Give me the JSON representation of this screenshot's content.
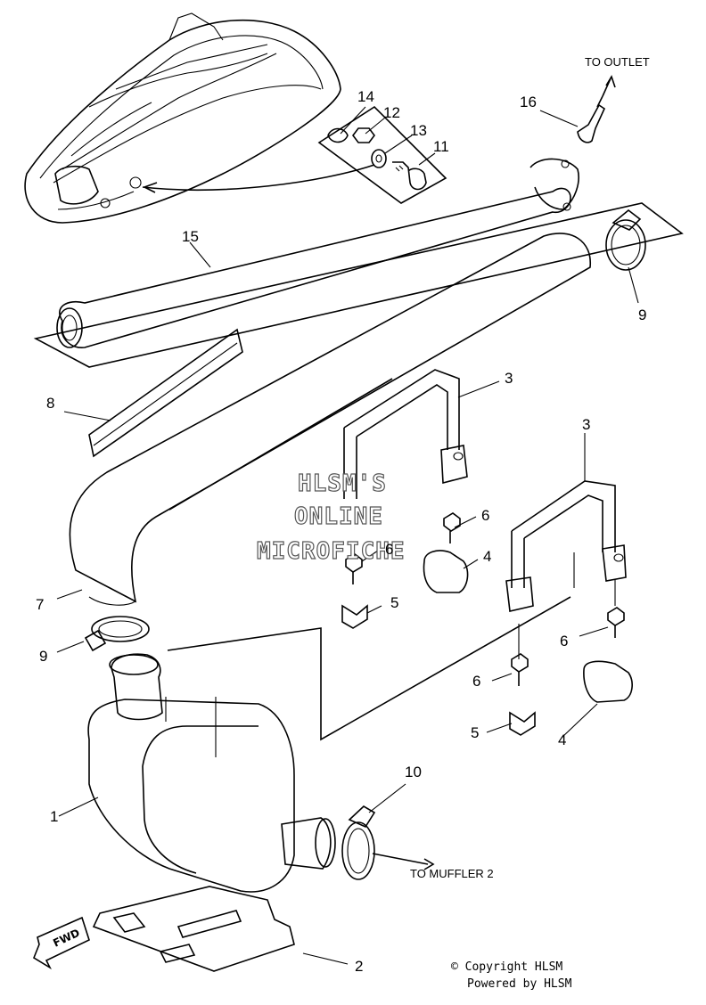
{
  "callouts": {
    "c1": "1",
    "c2": "2",
    "c3a": "3",
    "c3b": "3",
    "c4a": "4",
    "c4b": "4",
    "c5a": "5",
    "c5b": "5",
    "c6a": "6",
    "c6b": "6",
    "c6c": "6",
    "c6d": "6",
    "c7": "7",
    "c8": "8",
    "c9a": "9",
    "c9b": "9",
    "c10": "10",
    "c11": "11",
    "c12": "12",
    "c13": "13",
    "c14": "14",
    "c15": "15",
    "c16": "16"
  },
  "notes": {
    "to_outlet": "TO OUTLET",
    "to_muffler": "TO MUFFLER 2",
    "fwd": "FWD"
  },
  "watermark": {
    "line1": "HLSM'S",
    "line2": "ONLINE",
    "line3": "MICROFICHE"
  },
  "footer": {
    "copyright": "© Copyright HLSM",
    "powered": "Powered by HLSM"
  }
}
